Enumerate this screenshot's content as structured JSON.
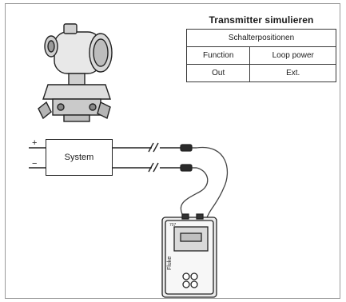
{
  "diagram": {
    "title": "Transmitter simulieren",
    "table": {
      "header": "Schalterpositionen",
      "rows": [
        [
          "Function",
          "Loop power"
        ],
        [
          "Out",
          "Ext."
        ]
      ]
    },
    "system_label": "System",
    "plus_sign": "+",
    "minus_sign": "−",
    "break_mark": "//",
    "device_brand": "Fluke",
    "device_model": "707"
  }
}
